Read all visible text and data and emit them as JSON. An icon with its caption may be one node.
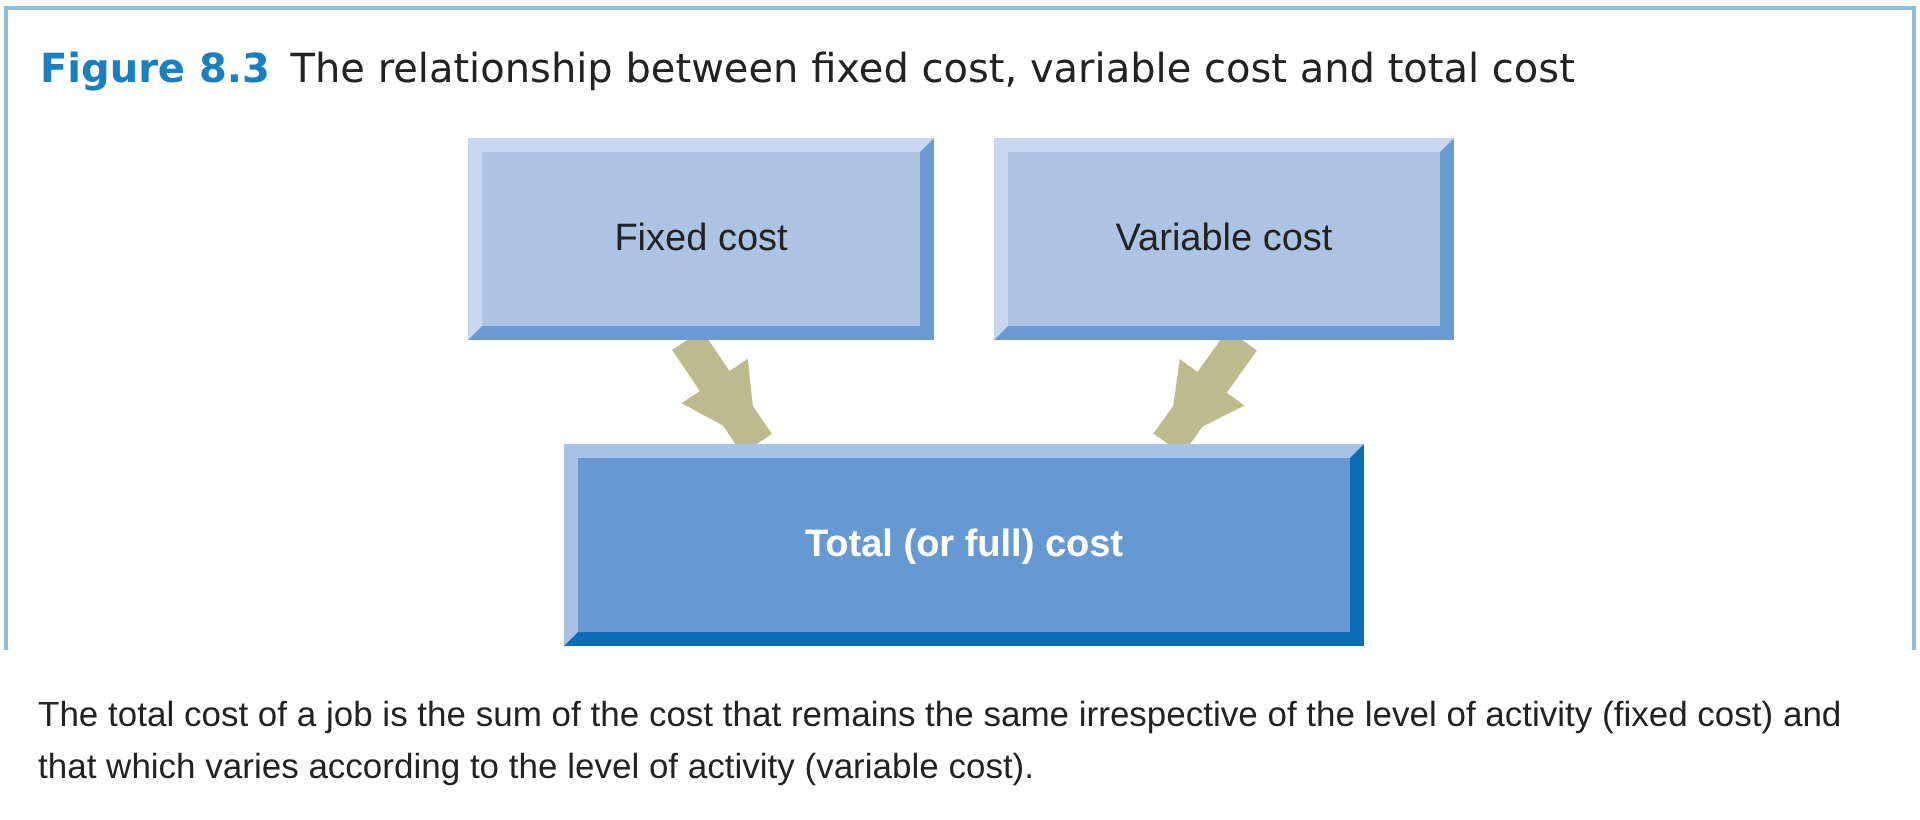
{
  "diagram": {
    "title": "**Figure 8.3** The relationship between fixed cost, variable cost and total cost",
    "caption": "The total cost of a job is the sum of the cost that remains the same irrespective of the level of activity (fixed cost) and that which varies according to the level of activity (variable cost).",
    "nodes": [
      {
        "text": [
          "Fixed cost"
        ]
      },
      {
        "text": [
          "Variable cost"
        ]
      },
      {
        "text": [
          "Total (or full) cost"
        ]
      }
    ],
    "edges": [
      {
        "from": 0,
        "to": 2,
        "arrow": "to"
      },
      {
        "from": 1,
        "to": 2,
        "arrow": "to"
      }
    ]
  }
}
